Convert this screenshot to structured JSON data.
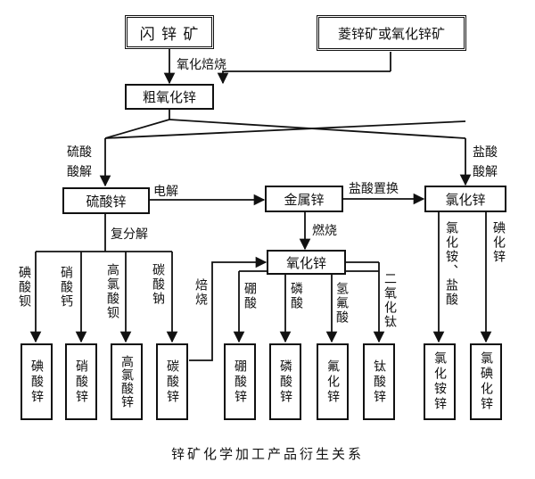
{
  "sources": {
    "sphalerite": "闪 锌 矿",
    "smithsonite_or_zinc_oxide_ore": "菱锌矿或氧化锌矿"
  },
  "intermediates": {
    "crude_zinc_oxide": "粗氧化锌",
    "zinc_sulfate": "硫酸锌",
    "metallic_zinc": "金属锌",
    "zinc_chloride": "氯化锌",
    "zinc_oxide": "氧化锌"
  },
  "processes": {
    "oxidizing_roast": "氧化焙烧",
    "sulfuric_acid_leach": "硫酸酸解",
    "hydrochloric_acid_leach": "盐酸酸解",
    "electrolysis": "电解",
    "hcl_displacement": "盐酸置换",
    "double_decomposition": "复分解",
    "combustion": "燃烧",
    "roasting": "焙烧"
  },
  "reagents": {
    "barium_iodate": "碘酸钡",
    "calcium_nitrate": "硝酸钙",
    "barium_perchlorate": "高氯酸钡",
    "sodium_carbonate": "碳酸钠",
    "boric_acid": "硼酸",
    "phosphoric_acid": "磷酸",
    "hydrofluoric_acid": "氢氟酸",
    "titanium_dioxide": "二氧化钛",
    "ammonium_chloride_hcl": "氯化铵、盐酸",
    "iodide": "碘化锌"
  },
  "products": {
    "zinc_iodate": "碘酸锌",
    "zinc_nitrate": "硝酸锌",
    "zinc_perchlorate": "高氯酸锌",
    "zinc_carbonate": "碳酸锌",
    "zinc_borate": "硼酸锌",
    "zinc_phosphate": "磷酸锌",
    "zinc_fluoride": "氟化锌",
    "zinc_titanate": "钛酸锌",
    "ammonium_zinc_chloride": "氯化铵锌",
    "zinc_chloride_iodide": "氯碘化锌"
  },
  "caption": "锌矿化学加工产品衍生关系"
}
